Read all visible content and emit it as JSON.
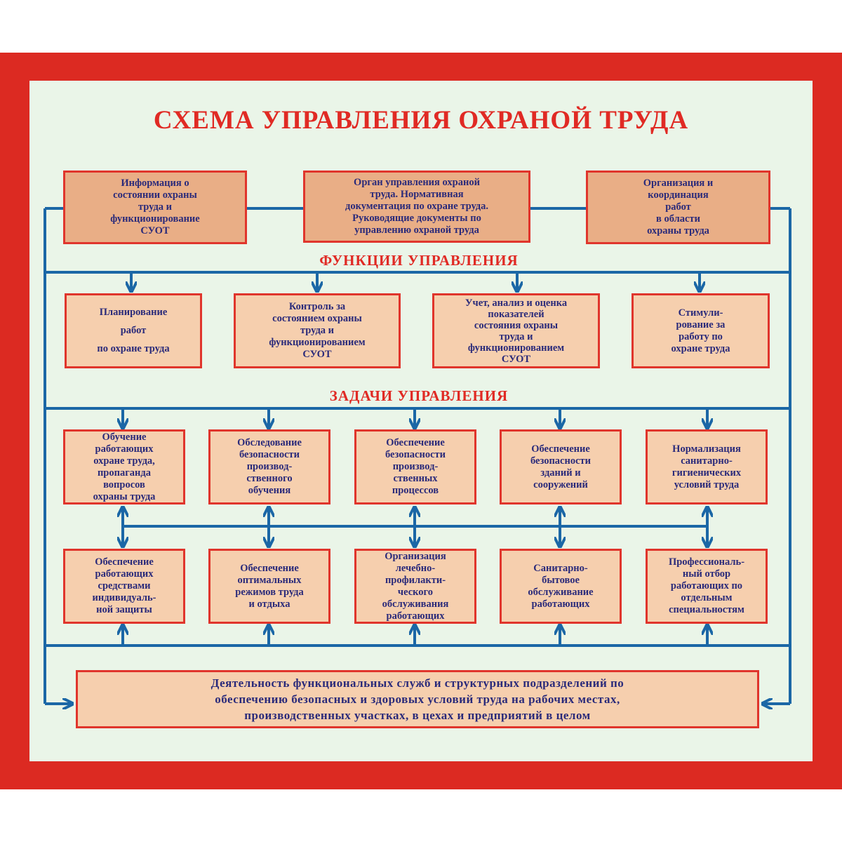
{
  "title": "СХЕМА УПРАВЛЕНИЯ ОХРАНОЙ ТРУДА",
  "top_boxes": [
    "Информация о\nсостоянии охраны\nтруда и\nфункционирование\nСУОТ",
    "Орган управления охраной\nтруда. Нормативная\nдокументация по охране труда.\nРуководящие документы по\nуправлению охраной труда",
    "Организация и\nкоординация\nработ\nв области\nохраны труда"
  ],
  "functions_heading": "ФУНКЦИИ УПРАВЛЕНИЯ",
  "functions": [
    "Планирование\n\nработ\n\nпо охране труда",
    "Контроль за\nсостоянием охраны\nтруда и\nфункционированием\nСУОТ",
    "Учет, анализ и оценка\nпоказателей\nсостояния охраны\nтруда и\nфункционированием\nСУОТ",
    "Стимули-\nрование за\nработу по\nохране труда"
  ],
  "tasks_heading": "ЗАДАЧИ УПРАВЛЕНИЯ",
  "tasks_row1": [
    "Обучение\nработающих\nохране труда,\nпропаганда\nвопросов\nохраны труда",
    "Обследование\nбезопасности\nпроизвод-\nственного\nобучения",
    "Обеспечение\nбезопасности\nпроизвод-\nственных\nпроцессов",
    "Обеспечение\nбезопасности\nзданий и\nсооружений",
    "Нормализация\nсанитарно-\nгигиенических\nусловий труда"
  ],
  "tasks_row2": [
    "Обеспечение\nработающих\nсредствами\nиндивидуаль-\nной защиты",
    "Обеспечение\nоптимальных\nрежимов труда\nи отдыха",
    "Организация\nлечебно-\nпрофилакти-\nческого\nобслуживания\nработающих",
    "Санитарно-\nбытовое\nобслуживание\nработающих",
    "Профессиональ-\nный отбор\nработающих по\nотдельным\nспециальностям"
  ],
  "bottom_box": "Деятельность функциональных служб и структурных подразделений по\nобеспечению безопасных и здоровых условий труда на рабочих местах,\nпроизводственных участках, в цехах и предприятий в целом",
  "colors": {
    "frame": "#dc2a22",
    "background": "#eaf5e8",
    "lines": "#1b67a6",
    "text": "#2a2a7a"
  }
}
